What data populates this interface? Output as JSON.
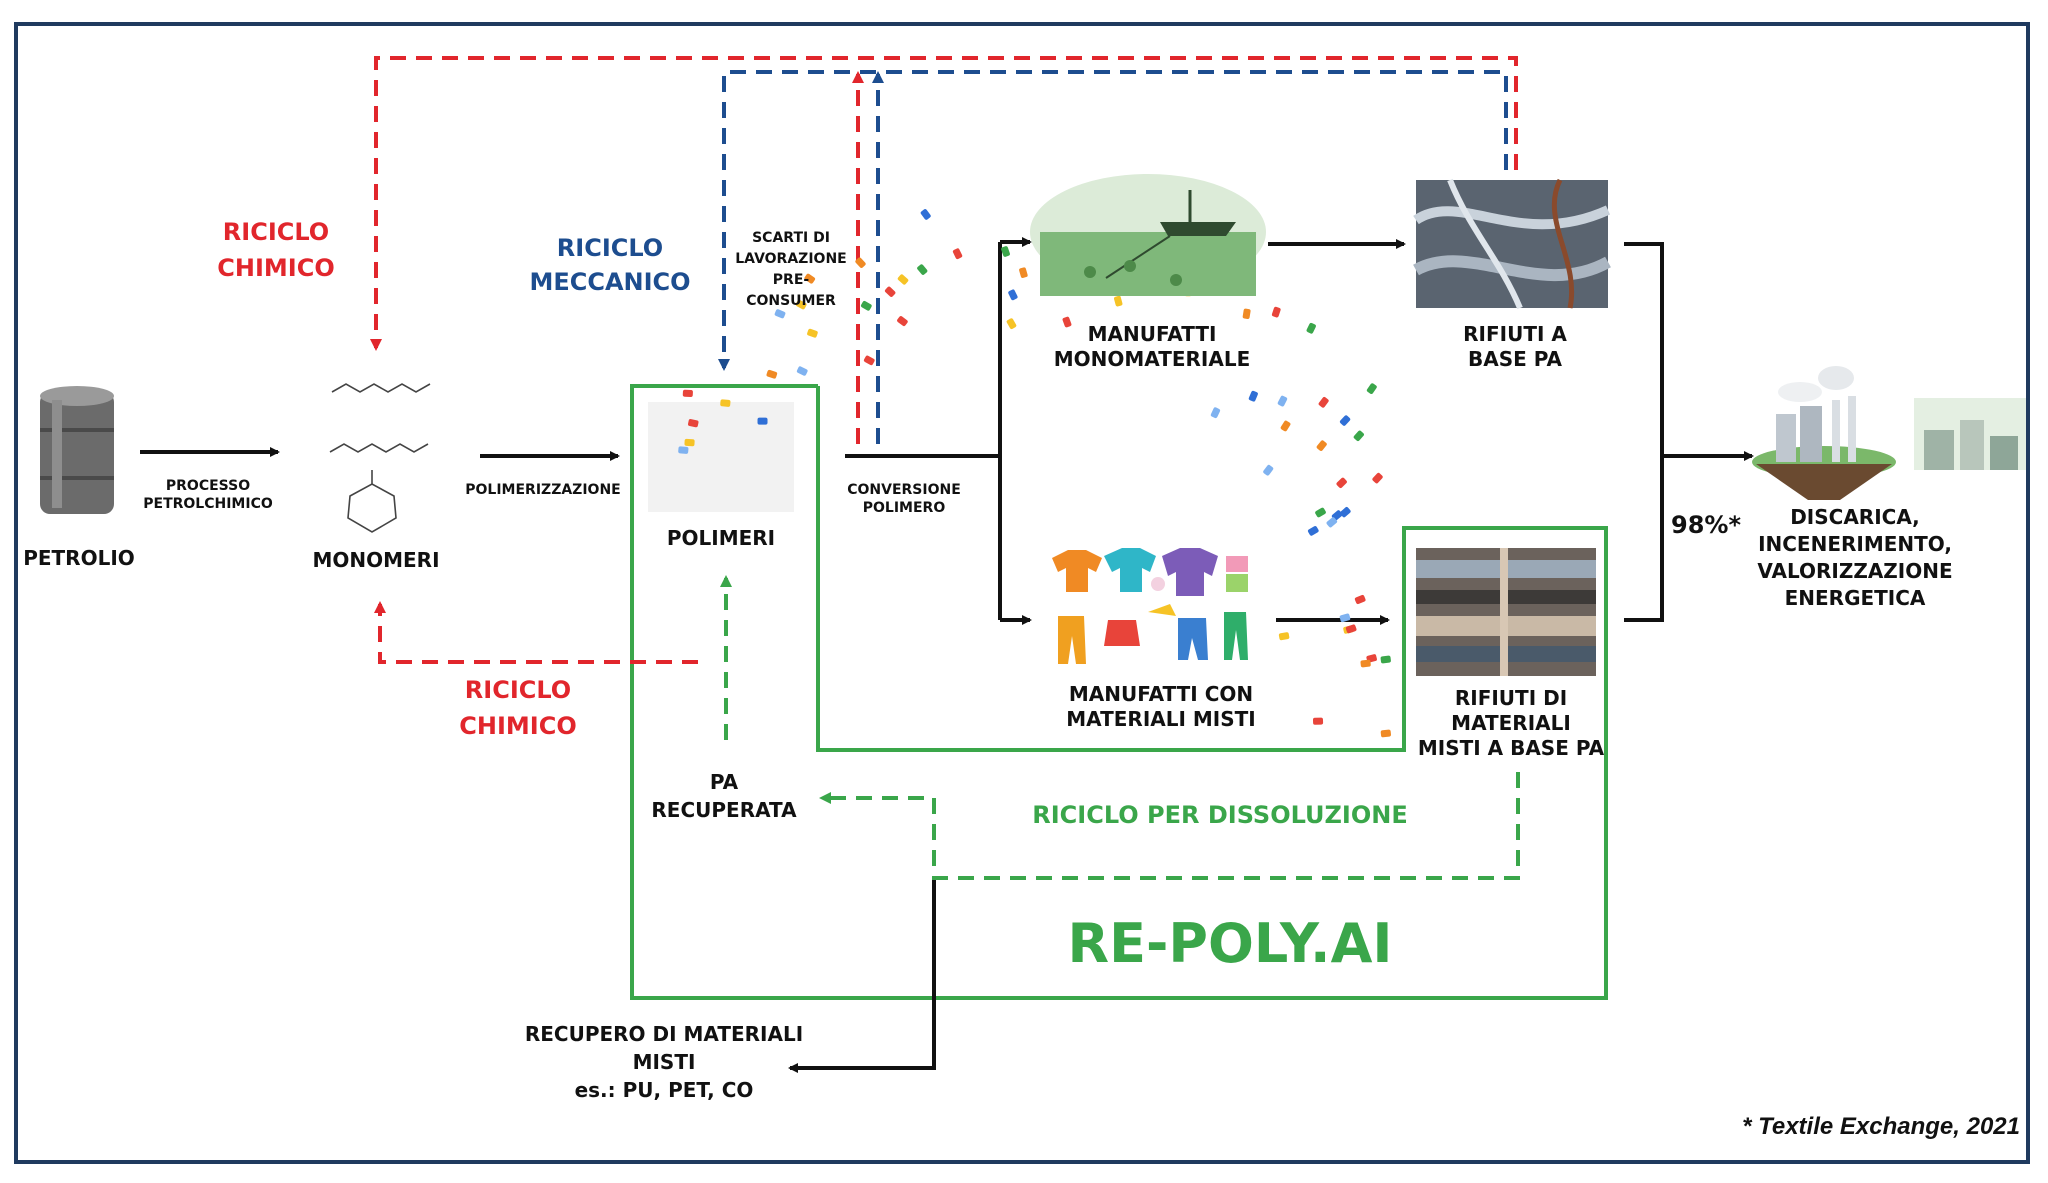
{
  "nodes": {
    "petrolio": "PETROLIO",
    "monomeri": "MONOMERI",
    "polimeri": "POLIMERI",
    "manufatti_mono": [
      "MANUFATTI",
      "MONOMATERIALE"
    ],
    "rifiuti_pa": [
      "RIFIUTI A",
      "BASE PA"
    ],
    "manufatti_misti": [
      "MANUFATTI CON",
      "MATERIALI MISTI"
    ],
    "rifiuti_misti": [
      "RIFIUTI DI",
      "MATERIALI",
      "MISTI A BASE PA"
    ],
    "destino": [
      "DISCARICA,",
      "INCENERIMENTO,",
      "VALORIZZAZIONE",
      "ENERGETICA"
    ],
    "pa_recuperata": [
      "PA",
      "RECUPERATA"
    ],
    "recupero_misti": [
      "RECUPERO DI MATERIALI",
      "MISTI",
      "es.: PU, PET, CO"
    ]
  },
  "edges": {
    "processo": [
      "PROCESSO",
      "PETROLCHIMICO"
    ],
    "polimerizzazione": "POLIMERIZZAZIONE",
    "conversione": [
      "CONVERSIONE",
      "POLIMERO"
    ],
    "scarti": [
      "SCARTI DI",
      "LAVORAZIONE",
      "PRE-",
      "CONSUMER"
    ],
    "riciclo_chimico_top": [
      "RICICLO",
      "CHIMICO"
    ],
    "riciclo_meccanico": [
      "RICICLO",
      "MECCANICO"
    ],
    "riciclo_chimico_bottom": [
      "RICICLO",
      "CHIMICO"
    ],
    "riciclo_dissoluzione": "RICICLO PER DISSOLUZIONE",
    "percentuale": "98%*"
  },
  "project": "RE-POLY.AI",
  "footnote": "* Textile Exchange, 2021",
  "colors": {
    "chemical": "#e1262c",
    "mechanical": "#1d4d8f",
    "dissolution": "#3aa64a",
    "border": "#1f3a5f"
  },
  "icons": [
    "oil-barrel-icon",
    "monomer-molecules-icon",
    "polymer-pellets-icon",
    "fishing-boat-icon",
    "fishing-nets-icon",
    "clothes-icon",
    "textile-waste-icon",
    "factory-island-icon",
    "industrial-plant-icon"
  ]
}
